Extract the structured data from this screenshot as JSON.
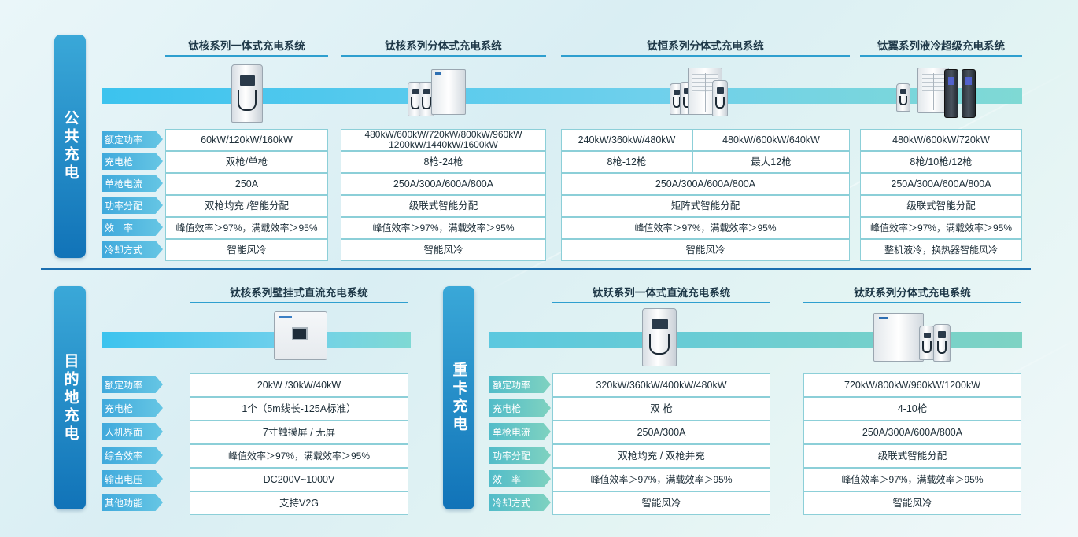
{
  "sections": {
    "public": "公共充电",
    "destination": "目的地充电",
    "truck": "重卡充电"
  },
  "public_products": {
    "p1_title": "钛核系列一体式充电系统",
    "p2_title": "钛核系列分体式充电系统",
    "p3_title": "钛恒系列分体式充电系统",
    "p4_title": "钛翼系列液冷超级充电系统"
  },
  "public_rows": [
    "额定功率",
    "充电枪",
    "单枪电流",
    "功率分配",
    "效　率",
    "冷却方式"
  ],
  "public_p1": [
    "60kW/120kW/160kW",
    "双枪/单枪",
    "250A",
    "双枪均充 /智能分配",
    "峰值效率＞97%，满载效率＞95%",
    "智能风冷"
  ],
  "public_p2": [
    "480kW/600kW/720kW/800kW/960kW 1200kW/1440kW/1600kW",
    "8枪-24枪",
    "250A/300A/600A/800A",
    "级联式智能分配",
    "峰值效率＞97%，满载效率＞95%",
    "智能风冷"
  ],
  "public_p3": {
    "power_a": "240kW/360kW/480kW",
    "power_b": "480kW/600kW/640kW",
    "guns_a": "8枪-12枪",
    "guns_b": "最大12枪",
    "current": "250A/300A/600A/800A",
    "dist": "矩阵式智能分配",
    "eff": "峰值效率＞97%，满载效率＞95%",
    "cool": "智能风冷"
  },
  "public_p4": [
    "480kW/600kW/720kW",
    "8枪/10枪/12枪",
    "250A/300A/600A/800A",
    "级联式智能分配",
    "峰值效率＞97%，满载效率＞95%",
    "整机液冷，换热器智能风冷"
  ],
  "dest": {
    "title": "钛核系列壁挂式直流充电系统",
    "rows": [
      "额定功率",
      "充电枪",
      "人机界面",
      "综合效率",
      "输出电压",
      "其他功能"
    ],
    "values": [
      "20kW /30kW/40kW",
      "1个（5m线长-125A标准）",
      "7寸触摸屏 / 无屏",
      "峰值效率＞97%，满载效率＞95%",
      "DC200V~1000V",
      "支持V2G"
    ]
  },
  "truck": {
    "t1_title": "钛跃系列一体式直流充电系统",
    "t2_title": "钛跃系列分体式充电系统",
    "rows": [
      "额定功率",
      "充电枪",
      "单枪电流",
      "功率分配",
      "效　率",
      "冷却方式"
    ],
    "t1": [
      "320kW/360kW/400kW/480kW",
      "双 枪",
      "250A/300A",
      "双枪均充 / 双枪并充",
      "峰值效率＞97%，满载效率＞95%",
      "智能风冷"
    ],
    "t2": [
      "720kW/800kW/960kW/1200kW",
      "4-10枪",
      "250A/300A/600A/800A",
      "级联式智能分配",
      "峰值效率＞97%，满载效率＞95%",
      "智能风冷"
    ]
  }
}
